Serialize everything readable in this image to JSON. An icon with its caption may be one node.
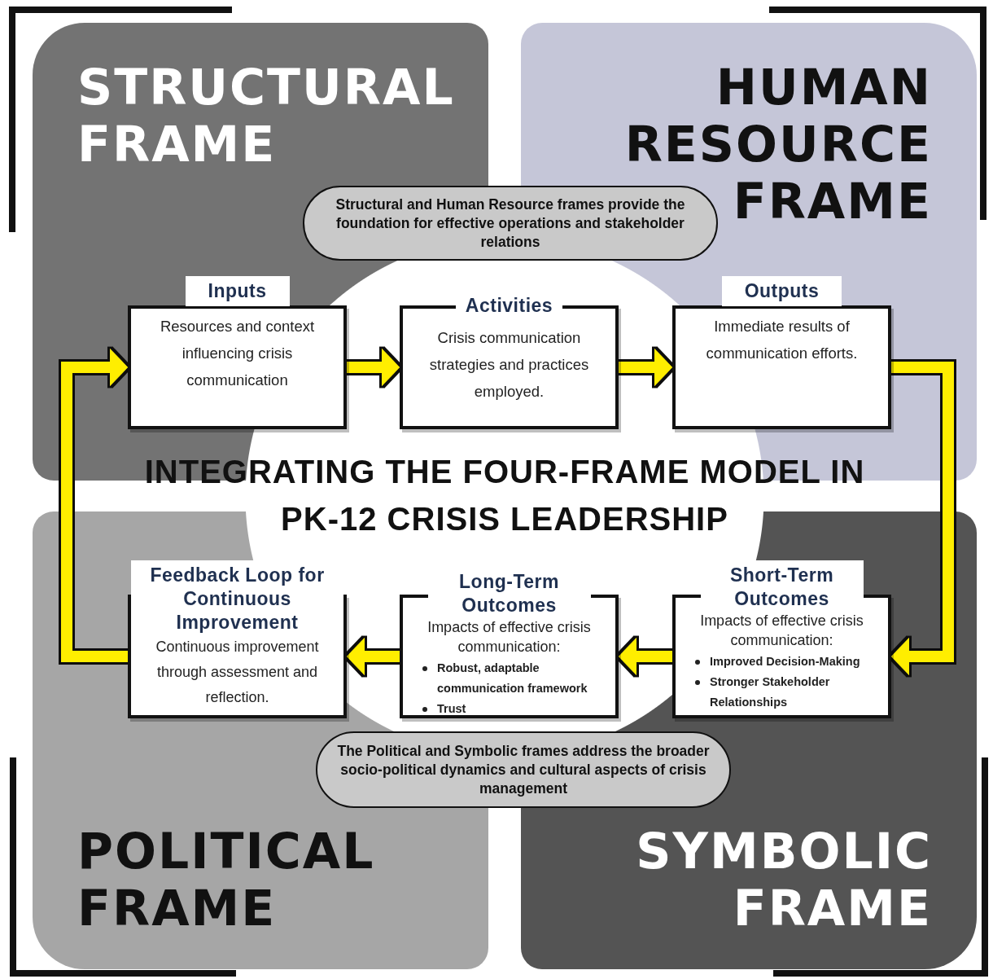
{
  "diagram": {
    "title": "INTEGRATING THE FOUR-FRAME MODEL IN PK-12 CRISIS LEADERSHIP",
    "nodes": [
      {
        "text": [
          "STRUCTURAL FRAME"
        ]
      },
      {
        "text": [
          "HUMAN RESOURCE FRAME"
        ]
      },
      {
        "text": [
          "POLITICAL FRAME"
        ]
      },
      {
        "text": [
          "SYMBOLIC FRAME"
        ]
      },
      {
        "text": [
          "Structural and Human Resource frames provide the foundation for effective operations and stakeholder relations"
        ]
      },
      {
        "text": [
          "Inputs",
          "Resources and context influencing crisis communication"
        ],
        "in": 0
      },
      {
        "text": [
          "Activities",
          "Crisis communication strategies and practices employed."
        ]
      },
      {
        "text": [
          "Outputs",
          "Immediate results of communication efforts."
        ],
        "in": 1
      },
      {
        "text": [
          "Feedback Loop for Continuous Improvement",
          "Continuous improvement through assessment and reflection."
        ],
        "in": 2
      },
      {
        "text": [
          "Long-Term Outcomes",
          "Impacts of effective crisis communication:",
          "Robust, adaptable communication framework",
          "Trust"
        ]
      },
      {
        "text": [
          "Short-Term Outcomes",
          "Impacts of effective crisis communication:",
          "Improved Decision-Making",
          "Stronger Stakeholder Relationships"
        ],
        "in": 3
      },
      {
        "text": [
          "The Political and Symbolic frames address the broader socio-political dynamics and cultural aspects of crisis management"
        ]
      }
    ],
    "edges": [
      {
        "from": 5,
        "to": 6,
        "arrow": "to"
      },
      {
        "from": 6,
        "to": 7,
        "arrow": "to"
      },
      {
        "from": 7,
        "to": 10,
        "arrow": "to"
      },
      {
        "from": 10,
        "to": 9,
        "arrow": "to"
      },
      {
        "from": 9,
        "to": 8,
        "arrow": "to"
      },
      {
        "from": 8,
        "to": 5,
        "arrow": "to"
      }
    ]
  }
}
